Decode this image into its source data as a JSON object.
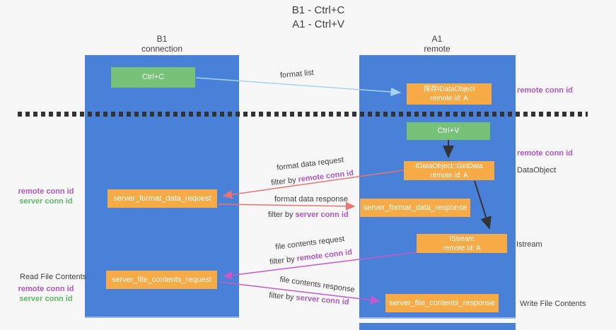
{
  "title": {
    "line1": "B1 - Ctrl+C",
    "line2": "A1 - Ctrl+V"
  },
  "lanes": {
    "left": {
      "name": "B1",
      "role": "connection"
    },
    "right": {
      "name": "A1",
      "role": "remote"
    }
  },
  "boxes": {
    "ctrl_c": {
      "label": "Ctrl+C"
    },
    "ctrl_v": {
      "label": "Ctrl+V"
    },
    "save_idataobject": {
      "line1": "保存IDataObject",
      "line2": "remote id: A"
    },
    "idataobject_getdata": {
      "line1": "IDataObject::GetData",
      "line2": "remote id: A"
    },
    "istream": {
      "line1": "IStream",
      "line2": "remote id: A"
    },
    "format_request": {
      "label": "server_format_data_request"
    },
    "format_response": {
      "label": "server_format_data_response"
    },
    "file_request": {
      "label": "server_file_contents_request"
    },
    "file_response": {
      "label": "server_file_contents_response"
    }
  },
  "flows": {
    "format_list": "format list",
    "format_data_request": "format data request",
    "format_data_response": "format data response",
    "file_contents_request": "file contents request",
    "file_contents_response": "file contents response",
    "filter_prefix": "filter by",
    "remote_conn_id": "remote conn id",
    "server_conn_id": "server conn id"
  },
  "annotations": {
    "remote_conn_id": "remote conn id",
    "server_conn_id": "server conn id",
    "dataobject": "DataObject",
    "istream": "Istream",
    "read_file_contents": "Read File Contents",
    "write_file_contents": "Write File Contents"
  },
  "colors": {
    "lane_blue": "#4a81d8",
    "box_orange": "#f7ab47",
    "box_green": "#76c278",
    "purple_text": "#b156c2",
    "green_text": "#5fba63",
    "arrow_red": "#ea7472",
    "arrow_magenta": "#c959c9",
    "arrow_lightblue": "#a6d3f0",
    "arrow_black": "#333333"
  }
}
